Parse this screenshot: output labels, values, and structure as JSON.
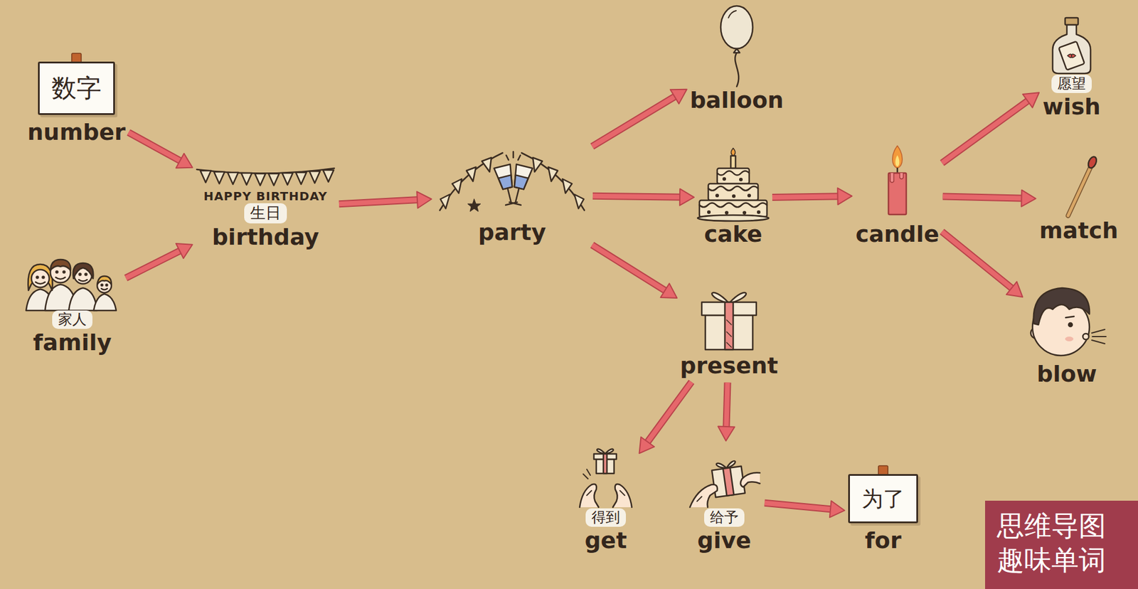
{
  "diagram": {
    "nodes": [
      {
        "text": [
          "数字",
          "number"
        ]
      },
      {
        "text": [
          "家人",
          "family"
        ]
      },
      {
        "text": [
          "HAPPY BIRTHDAY",
          "生日",
          "birthday"
        ]
      },
      {
        "text": [
          "party"
        ]
      },
      {
        "text": [
          "balloon"
        ]
      },
      {
        "text": [
          "cake"
        ]
      },
      {
        "text": [
          "present"
        ]
      },
      {
        "text": [
          "candle"
        ]
      },
      {
        "text": [
          "愿望",
          "wish"
        ]
      },
      {
        "text": [
          "match"
        ]
      },
      {
        "text": [
          "blow"
        ]
      },
      {
        "text": [
          "得到",
          "get"
        ]
      },
      {
        "text": [
          "给予",
          "give"
        ]
      },
      {
        "text": [
          "为了",
          "for"
        ]
      }
    ],
    "edges": [
      {
        "from": 0,
        "to": 2,
        "arrow": "to"
      },
      {
        "from": 1,
        "to": 2,
        "arrow": "to"
      },
      {
        "from": 2,
        "to": 3,
        "arrow": "to"
      },
      {
        "from": 3,
        "to": 4,
        "arrow": "to"
      },
      {
        "from": 3,
        "to": 5,
        "arrow": "to"
      },
      {
        "from": 3,
        "to": 6,
        "arrow": "to"
      },
      {
        "from": 5,
        "to": 7,
        "arrow": "to"
      },
      {
        "from": 7,
        "to": 8,
        "arrow": "to"
      },
      {
        "from": 7,
        "to": 9,
        "arrow": "to"
      },
      {
        "from": 7,
        "to": 10,
        "arrow": "to"
      },
      {
        "from": 6,
        "to": 11,
        "arrow": "to"
      },
      {
        "from": 6,
        "to": 12,
        "arrow": "to"
      },
      {
        "from": 12,
        "to": 13,
        "arrow": "to"
      }
    ],
    "labels": [
      "思维导图 趣味单词"
    ]
  }
}
